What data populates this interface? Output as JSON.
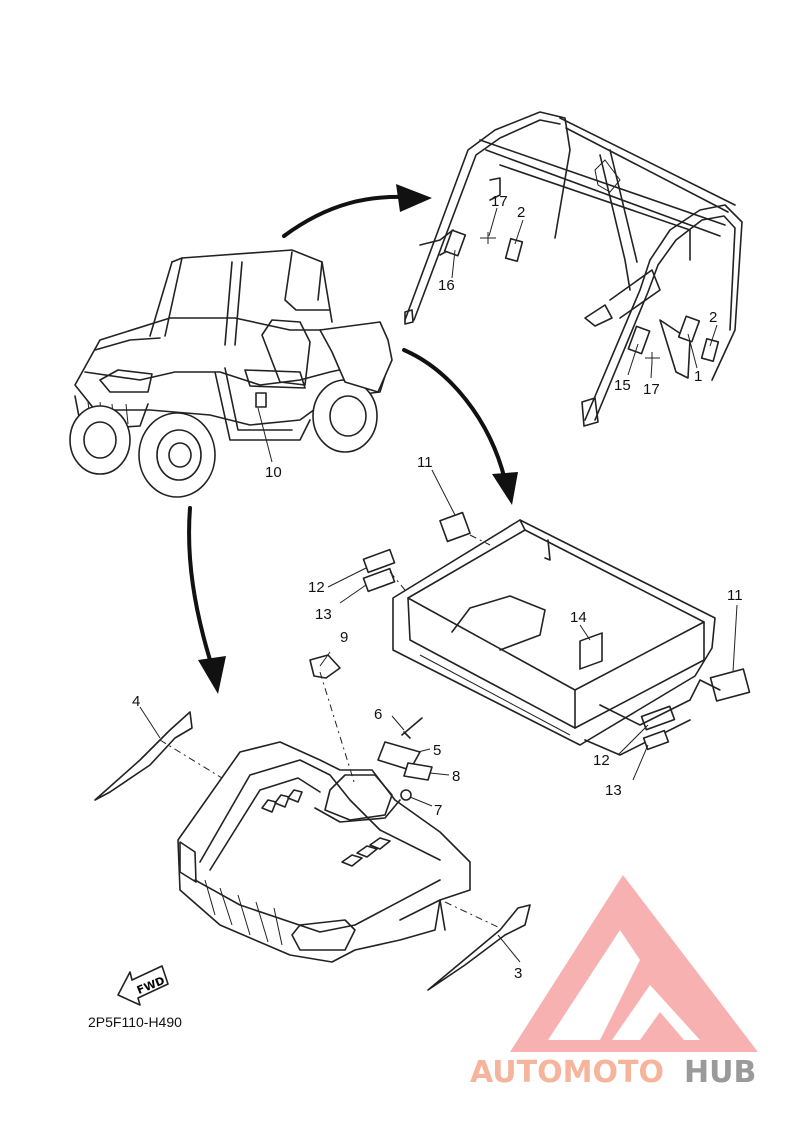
{
  "callouts": {
    "c1": "1",
    "c2a": "2",
    "c2b": "2",
    "c3": "3",
    "c4": "4",
    "c5": "5",
    "c6": "6",
    "c7": "7",
    "c8": "8",
    "c9": "9",
    "c10": "10",
    "c11a": "11",
    "c11b": "11",
    "c12a": "12",
    "c12b": "12",
    "c13a": "13",
    "c13b": "13",
    "c14": "14",
    "c15": "15",
    "c16": "16",
    "c17a": "17",
    "c17b": "17"
  },
  "fwd_label": "FWD",
  "diagram_code": "2P5F110-H490",
  "watermark": {
    "part1": "AUTOMOTO",
    "part2": "HUB",
    "color_main": "#f6b49c",
    "color_accent": "#9a9a9a",
    "logo_color": "#f7a9a9"
  },
  "colors": {
    "ink": "#222222",
    "background": "#ffffff"
  }
}
